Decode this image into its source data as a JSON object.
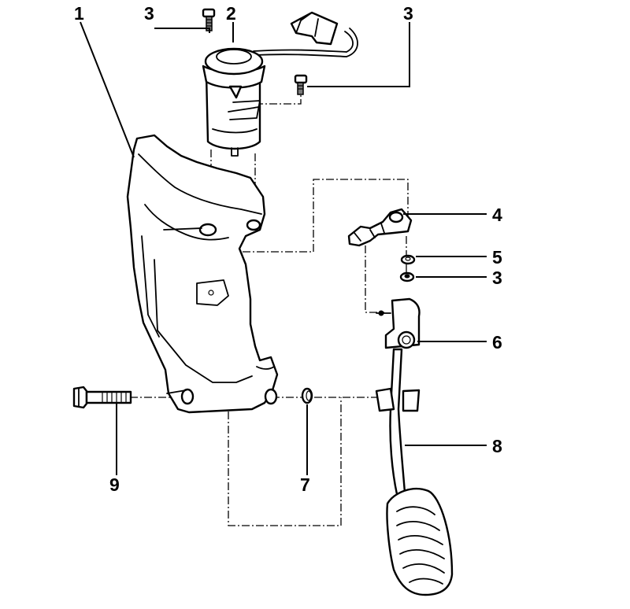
{
  "figure": {
    "callouts": [
      {
        "id": "c1",
        "label": "1"
      },
      {
        "id": "c3a",
        "label": "3"
      },
      {
        "id": "c2",
        "label": "2"
      },
      {
        "id": "c3b",
        "label": "3"
      },
      {
        "id": "c4",
        "label": "4"
      },
      {
        "id": "c5",
        "label": "5"
      },
      {
        "id": "c3c",
        "label": "3"
      },
      {
        "id": "c6",
        "label": "6"
      },
      {
        "id": "c8",
        "label": "8"
      },
      {
        "id": "c9",
        "label": "9"
      },
      {
        "id": "c7",
        "label": "7"
      }
    ]
  }
}
